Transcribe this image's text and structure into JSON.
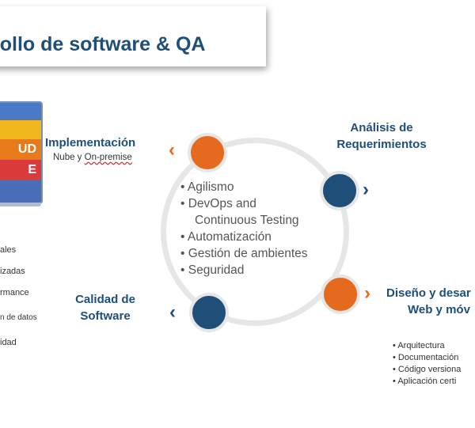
{
  "title": "rollo de software & QA",
  "laptop": {
    "bands": [
      {
        "label": "",
        "color": "#4a7ac7"
      },
      {
        "label": "",
        "color": "#f0b81c"
      },
      {
        "label": "UD",
        "color": "#e87a1c"
      },
      {
        "label": "E",
        "color": "#d93b3b"
      },
      {
        "label": "",
        "color": "#4a6fb8"
      }
    ]
  },
  "left_list": [
    "ales",
    "izadas",
    "rmance",
    "n de datos",
    "idad"
  ],
  "center_items": [
    [
      "Agilismo"
    ],
    [
      "DevOps and",
      "Continuous Testing"
    ],
    [
      "Automatización"
    ],
    [
      "Gestión de ambientes"
    ],
    [
      "Seguridad"
    ]
  ],
  "stages": {
    "implementacion": {
      "title": "Implementación",
      "sub_plain": "Nube y ",
      "sub_underlined": "On-premise"
    },
    "analisis": {
      "line1": "Análisis de",
      "line2": "Requerimientos"
    },
    "calidad": {
      "line1": "Calidad de",
      "line2": "Software"
    },
    "diseno": {
      "line1": "Diseño y desar",
      "line2": "Web y móv"
    }
  },
  "right_list": [
    "Arquitectura",
    "Documentación",
    "Código versiona",
    "Aplicación certi"
  ],
  "colors": {
    "orange": "#e66a1e",
    "navy": "#1f4e79",
    "ring": "#e6e6e6"
  }
}
